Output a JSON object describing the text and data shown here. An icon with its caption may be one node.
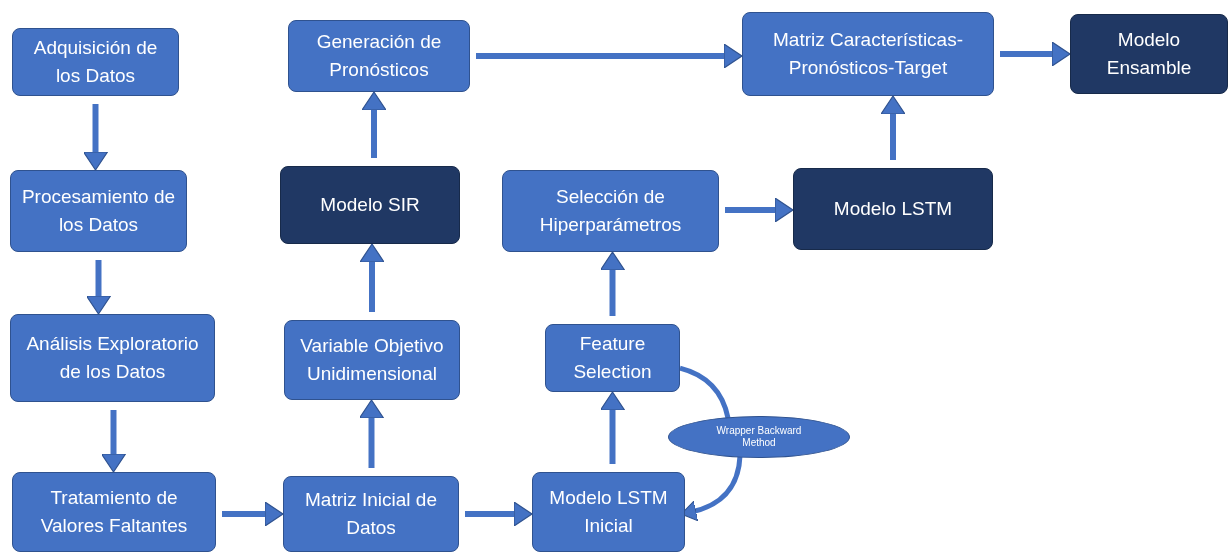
{
  "diagram": {
    "nodes": [
      {
        "text": [
          "Adquisición de los Datos"
        ]
      },
      {
        "text": [
          "Procesamiento de los Datos"
        ]
      },
      {
        "text": [
          "Análisis Exploratorio de los Datos"
        ]
      },
      {
        "text": [
          "Tratamiento de Valores Faltantes"
        ]
      },
      {
        "text": [
          "Matriz Inicial de Datos"
        ]
      },
      {
        "text": [
          "Variable Objetivo Unidimensional"
        ]
      },
      {
        "text": [
          "Modelo SIR"
        ]
      },
      {
        "text": [
          "Generación de Pronósticos"
        ]
      },
      {
        "text": [
          "Modelo LSTM Inicial"
        ]
      },
      {
        "text": [
          "Feature Selection"
        ]
      },
      {
        "text": [
          "Wrapper Backward Method"
        ]
      },
      {
        "text": [
          "Selección de Hiperparámetros"
        ]
      },
      {
        "text": [
          "Modelo LSTM"
        ]
      },
      {
        "text": [
          "Matriz Características-Pronósticos-Target"
        ]
      },
      {
        "text": [
          "Modelo Ensamble"
        ]
      }
    ],
    "edges": [
      {
        "from": 0,
        "to": 1,
        "arrow": "to"
      },
      {
        "from": 1,
        "to": 2,
        "arrow": "to"
      },
      {
        "from": 2,
        "to": 3,
        "arrow": "to"
      },
      {
        "from": 3,
        "to": 4,
        "arrow": "to"
      },
      {
        "from": 4,
        "to": 5,
        "arrow": "to"
      },
      {
        "from": 5,
        "to": 6,
        "arrow": "to"
      },
      {
        "from": 6,
        "to": 7,
        "arrow": "to"
      },
      {
        "from": 4,
        "to": 8,
        "arrow": "to"
      },
      {
        "from": 8,
        "to": 9,
        "arrow": "to"
      },
      {
        "from": 9,
        "to": 10,
        "arrow": "none"
      },
      {
        "from": 10,
        "to": 8,
        "arrow": "to"
      },
      {
        "from": 9,
        "to": 11,
        "arrow": "to"
      },
      {
        "from": 11,
        "to": 12,
        "arrow": "to"
      },
      {
        "from": 12,
        "to": 13,
        "arrow": "to"
      },
      {
        "from": 7,
        "to": 13,
        "arrow": "to"
      },
      {
        "from": 13,
        "to": 14,
        "arrow": "to"
      }
    ]
  }
}
